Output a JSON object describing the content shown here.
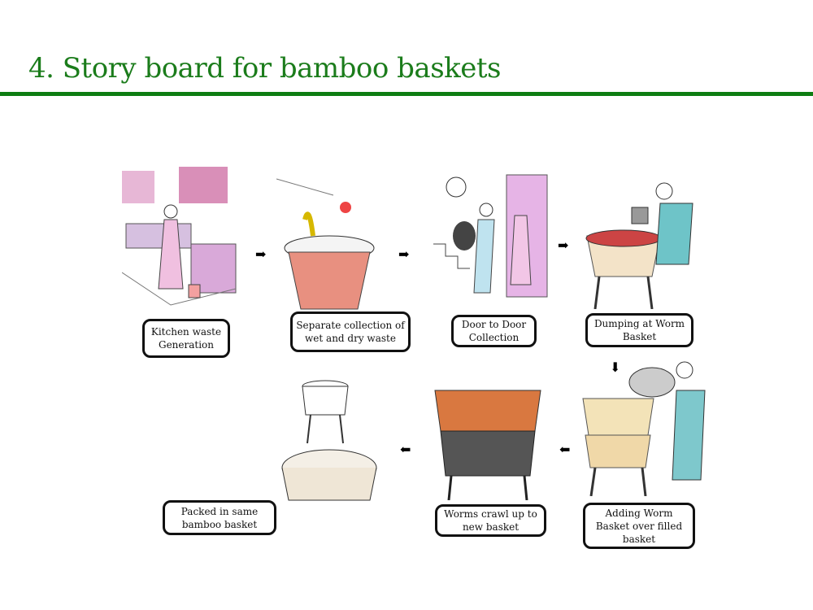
{
  "title": "4. Story board for bamboo baskets",
  "steps": [
    {
      "caption": "Kitchen waste Generation",
      "illustration": "kitchen-woman-cooking"
    },
    {
      "caption": "Separate collection of wet and dry waste",
      "illustration": "waste-bin"
    },
    {
      "caption": "Door to Door Collection",
      "illustration": "door-collection"
    },
    {
      "caption": "Dumping at Worm Basket",
      "illustration": "man-dumping-basket"
    },
    {
      "caption": "Adding Worm Basket over filled basket",
      "illustration": "stacking-basket"
    },
    {
      "caption": "Worms crawl up to new basket",
      "illustration": "stacked-baskets-worms"
    },
    {
      "caption": "Packed in same bamboo basket",
      "illustration": "packed-basket"
    }
  ],
  "icons": {
    "arrow_right": "➡",
    "arrow_left": "⬅",
    "arrow_down": "⬇"
  },
  "colors": {
    "title": "#1b7c1b",
    "rule": "#0d7d12"
  }
}
